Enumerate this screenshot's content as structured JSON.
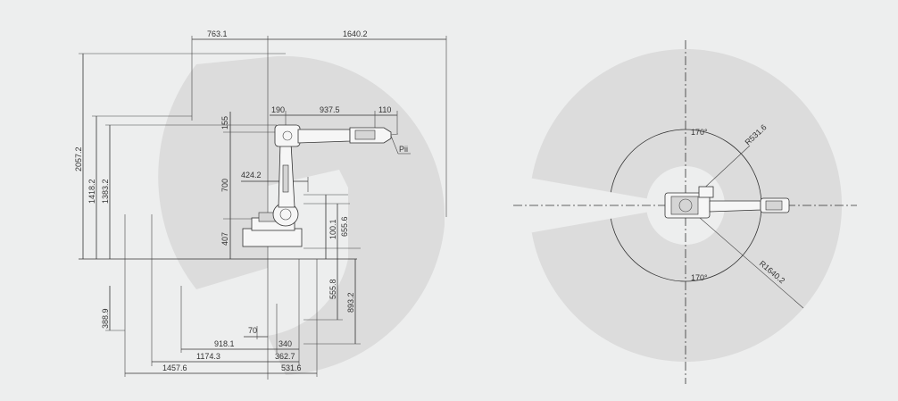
{
  "background_color": "#edeeee",
  "envelope_color": "#dcdcdc",
  "line_color": "#333333",
  "side_view": {
    "top": [
      "763.1",
      "1640.2"
    ],
    "arm": [
      "190",
      "937.5",
      "110"
    ],
    "left": [
      "2057.2",
      "1418.2",
      "1383.2",
      "388.9"
    ],
    "vert": [
      "155",
      "700",
      "407"
    ],
    "mid": [
      "424.2"
    ],
    "right": [
      "100.1",
      "655.6",
      "555.8",
      "893.2"
    ],
    "bottom": [
      "70",
      "918.1",
      "340",
      "1174.3",
      "362.7",
      "1457.6",
      "531.6"
    ],
    "point_label": "Pii"
  },
  "top_view": {
    "angles": [
      "170°",
      "170°"
    ],
    "radii": [
      "R531.6",
      "R1640.2"
    ]
  }
}
